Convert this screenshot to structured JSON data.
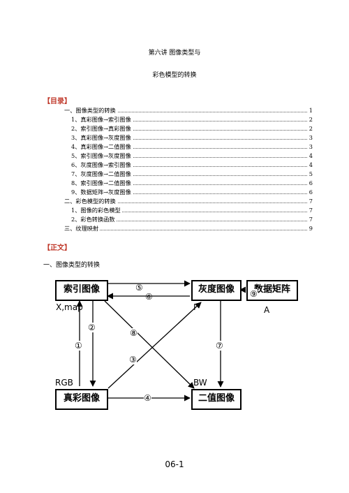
{
  "doc": {
    "title": "第六讲  图像类型与",
    "subtitle": "彩色模型的转换",
    "toc_heading": "【目录】",
    "toc": [
      {
        "label": "一、图像类型的转换",
        "page": "1",
        "level": 1
      },
      {
        "label": "1、真彩图像→索引图像",
        "page": "2",
        "level": 2
      },
      {
        "label": "2、索引图像→真彩图像",
        "page": "2",
        "level": 2
      },
      {
        "label": "3、真彩图像→灰度图像",
        "page": "3",
        "level": 2
      },
      {
        "label": "4、真彩图像→二值图像",
        "page": "3",
        "level": 2
      },
      {
        "label": "5、索引图像→灰度图像",
        "page": "4",
        "level": 2
      },
      {
        "label": "6、灰度图像→索引图像",
        "page": "4",
        "level": 2
      },
      {
        "label": "7、灰度图像→二值图像",
        "page": "5",
        "level": 2
      },
      {
        "label": "8、索引图像→二值图像",
        "page": "6",
        "level": 2
      },
      {
        "label": "9、数据矩阵→灰度图像",
        "page": "6",
        "level": 2
      },
      {
        "label": "二、彩色模型的转换",
        "page": "7",
        "level": 1
      },
      {
        "label": "1、图像的彩色模型",
        "page": "7",
        "level": 2
      },
      {
        "label": "2、彩色转换函数",
        "page": "7",
        "level": 2
      },
      {
        "label": "三、纹理映射",
        "page": "9",
        "level": 1
      }
    ],
    "body_heading": "【正文】",
    "section1": "一、图像类型的转换",
    "footer": "06-1"
  },
  "diagram": {
    "boxes": {
      "indexed": "索引图像",
      "gray": "灰度图像",
      "matrix": "数据矩阵",
      "truecolor": "真彩图像",
      "binary": "二值图像"
    },
    "labels": {
      "indexed": "X,map",
      "gray": "I",
      "matrix": "A",
      "truecolor": "RGB",
      "binary": "BW"
    },
    "arrow_numbers": [
      "①",
      "②",
      "③",
      "④",
      "⑤",
      "⑥",
      "⑦",
      "⑧",
      "⑨"
    ]
  }
}
